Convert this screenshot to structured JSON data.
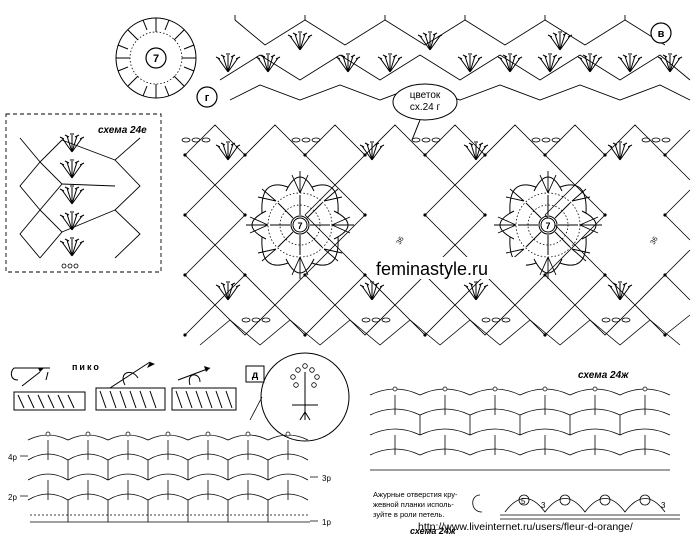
{
  "labels": {
    "b": "в",
    "g": "г",
    "d": "д",
    "center_num": "7",
    "callout_line1": "цветок",
    "callout_line2": "сх.24 г",
    "schema_e": "схема 24е",
    "schema_zh": "схема 24ж",
    "schema_bottom": "схема 24ж",
    "site": "feminastyle.ru",
    "piko": "пико",
    "row_4p": "4р",
    "row_3p": "3р",
    "row_2p": "2р",
    "row_1p": "1р",
    "note": "Ажурные отверстия кружевной планки используйте в роли петель.",
    "url": "http://www.liveinternet.ru/users/fleur-d-orange/",
    "num_36a": "36",
    "num_36b": "36",
    "num_5": "5",
    "num_3a": "3",
    "num_3b": "3"
  },
  "colors": {
    "ink": "#000000",
    "paper": "#ffffff"
  }
}
